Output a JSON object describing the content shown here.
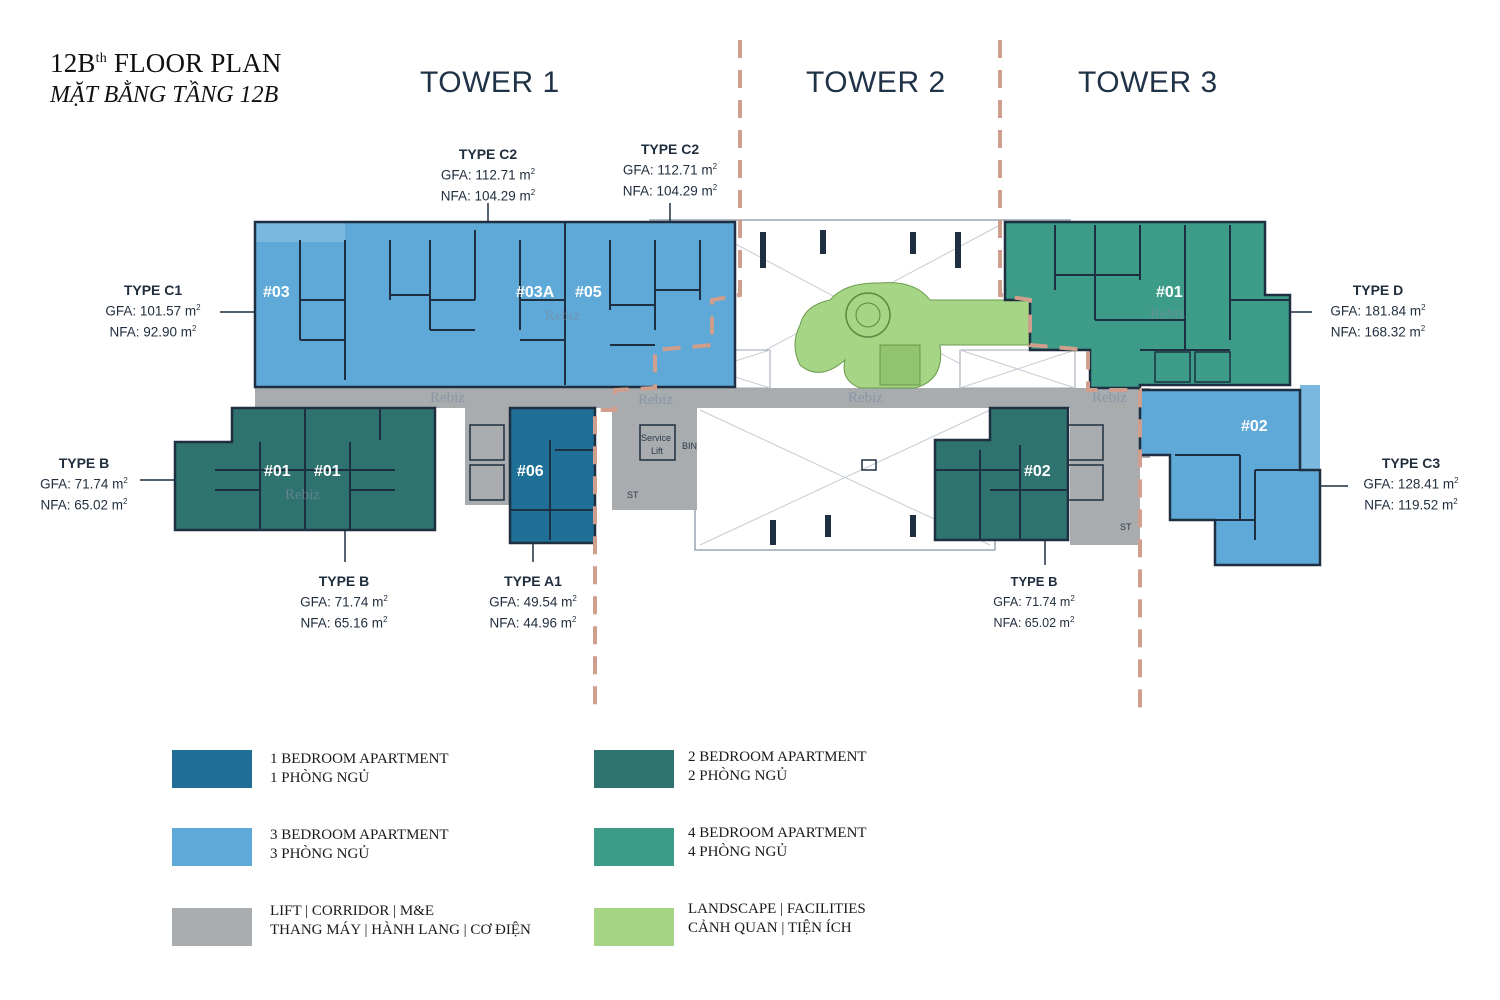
{
  "title": {
    "line1_main": "12B",
    "line1_sup": "th",
    "line1_rest": " FLOOR PLAN",
    "line2": "MẶT BẰNG TẦNG 12B"
  },
  "towers": [
    "TOWER 1",
    "TOWER 2",
    "TOWER 3"
  ],
  "units": [
    "#03",
    "#03A",
    "#05",
    "#01",
    "#02",
    "#01",
    "#06",
    "#01",
    "#02"
  ],
  "areas": {
    "c2a": {
      "type": "TYPE C2",
      "gfa": "GFA: 112.71 m",
      "nfa": "NFA: 104.29 m"
    },
    "c2b": {
      "type": "TYPE C2",
      "gfa": "GFA: 112.71 m",
      "nfa": "NFA: 104.29 m"
    },
    "c1": {
      "type": "TYPE C1",
      "gfa": "GFA: 101.57 m",
      "nfa": "NFA: 92.90 m"
    },
    "d": {
      "type": "TYPE D",
      "gfa": "GFA: 181.84 m",
      "nfa": "NFA: 168.32 m"
    },
    "bleft": {
      "type": "TYPE B",
      "gfa": "GFA: 71.74 m",
      "nfa": "NFA: 65.02 m"
    },
    "bcenter": {
      "type": "TYPE B",
      "gfa": "GFA: 71.74 m",
      "nfa": "NFA: 65.16 m"
    },
    "a1": {
      "type": "TYPE A1",
      "gfa": "GFA: 49.54 m",
      "nfa": "NFA: 44.96 m"
    },
    "bright": {
      "type": "TYPE B",
      "gfa": "GFA: 71.74 m",
      "nfa": "NFA: 65.02 m"
    },
    "c3": {
      "type": "TYPE C3",
      "gfa": "GFA: 128.41 m",
      "nfa": "NFA: 119.52 m"
    },
    "sup": "2"
  },
  "watermark": "Rebiz",
  "small_labels": {
    "service_lift_1": "Service",
    "service_lift_2": "Lift",
    "bin": "BIN",
    "st": "ST"
  },
  "legend": [
    {
      "color": "#1f6f96",
      "line1": "1 BEDROOM APARTMENT",
      "line2": "1 PHÒNG NGỦ"
    },
    {
      "color": "#2f7370",
      "line1": "2 BEDROOM APARTMENT",
      "line2": "2 PHÒNG NGỦ"
    },
    {
      "color": "#5ea9d8",
      "line1": "3 BEDROOM APARTMENT",
      "line2": "3 PHÒNG NGỦ"
    },
    {
      "color": "#3c9c88",
      "line1": "4 BEDROOM APARTMENT",
      "line2": "4 PHÒNG NGỦ"
    },
    {
      "color": "#a9acaf",
      "line1": "LIFT | CORRIDOR | M&E",
      "line2": "THANG MÁY | HÀNH LANG | CƠ ĐIỆN"
    },
    {
      "color": "#a6d585",
      "line1": "LANDSCAPE | FACILITIES",
      "line2": "CẢNH QUAN | TIỆN ÍCH"
    }
  ],
  "colors": {
    "one_bed": "#1f6f96",
    "two_bed": "#2f7370",
    "three_bed": "#5ea9d8",
    "four_bed": "#3c9c88",
    "corridor": "#a9acaf",
    "landscape": "#a6d585",
    "divider": "#cf9e8c",
    "wall": "#1d2f40"
  }
}
